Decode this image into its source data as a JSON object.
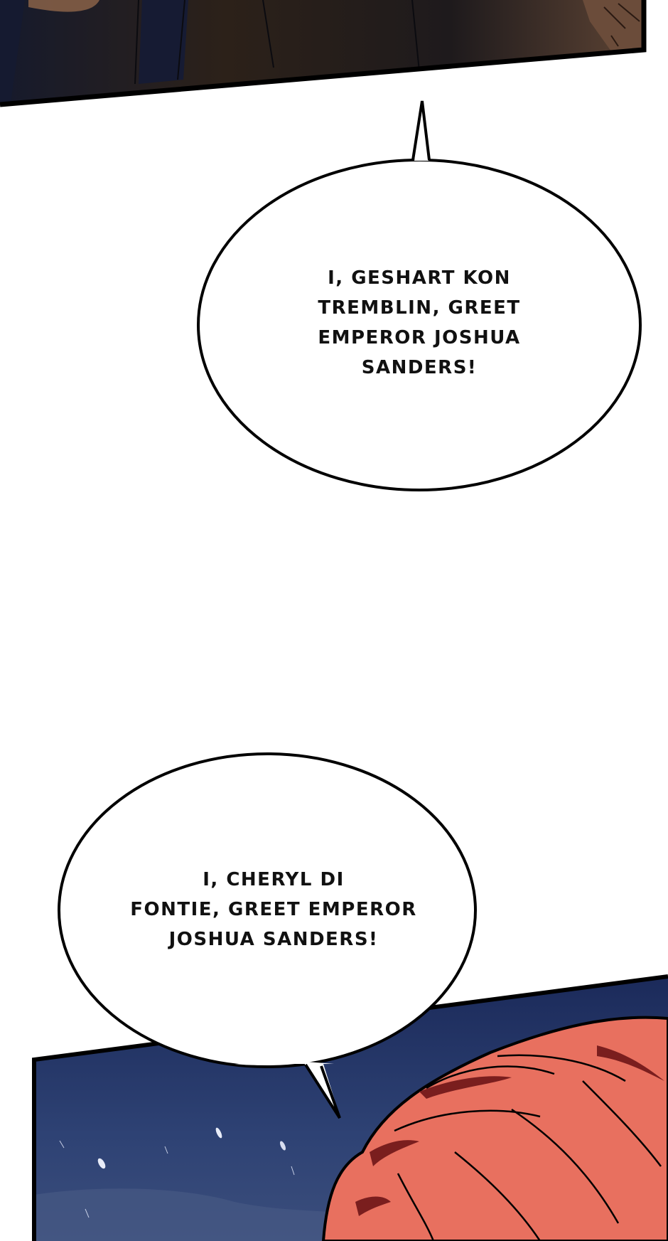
{
  "colors": {
    "panel_top_dark": "#1c1a22",
    "panel_top_brown": "#3a2a20",
    "panel_top_skin": "#7a5a45",
    "panel_top_navy": "#14172a",
    "sky_navy": "#1f2f5e",
    "sky_light": "#3d5283",
    "hair_salmon": "#e8705f",
    "hair_shadow": "#7a1e1e",
    "outline": "#000000",
    "bubble_fill": "#ffffff"
  },
  "panels": [
    {
      "id": "top-panel",
      "description": "dark figures, cropped"
    },
    {
      "id": "bottom-panel",
      "description": "night sky with red-haired figure bowing"
    }
  ],
  "bubbles": [
    {
      "id": "bubble-1",
      "lines": [
        "I, GESHART KON",
        "TREMBLIN, GREET",
        "EMPEROR JOSHUA",
        "SANDERS!"
      ]
    },
    {
      "id": "bubble-2",
      "lines": [
        "I, CHERYL DI",
        "FONTIE, GREET EMPEROR",
        "JOSHUA SANDERS!"
      ]
    }
  ]
}
